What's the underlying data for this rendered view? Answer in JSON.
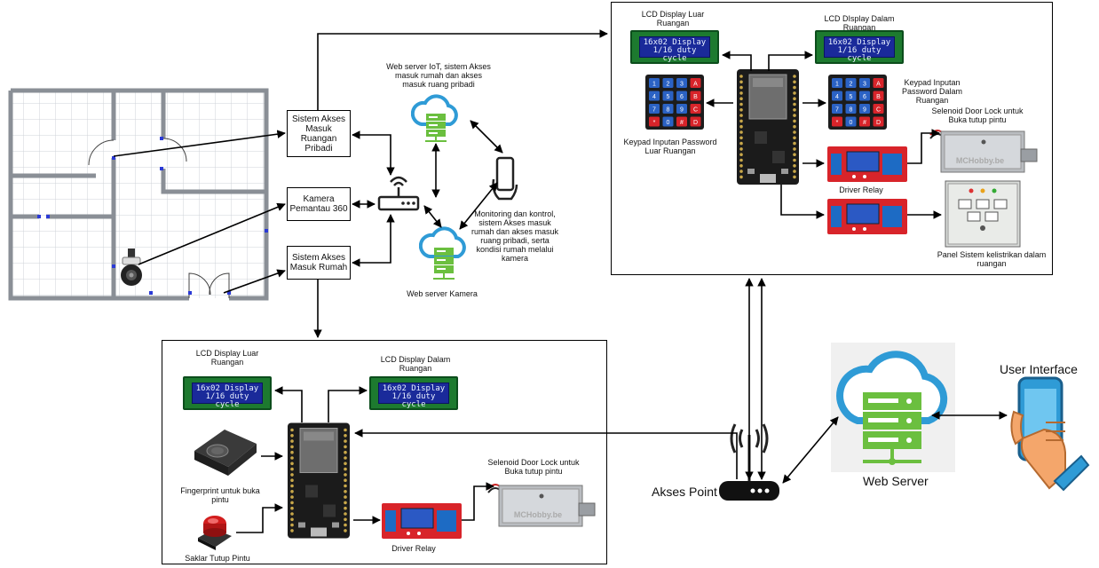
{
  "top_left": {
    "box_private": "Sistem Akses Masuk Ruangan Pribadi",
    "box_camera": "Kamera Pemantau 360",
    "box_house": "Sistem Akses Masuk Rumah",
    "web_iot_label": "Web server IoT, sistem Akses masuk rumah dan akses masuk ruang pribadi",
    "web_camera_label": "Web server Kamera",
    "monitoring_label": "Monitoring dan kontrol, sistem Akses masuk rumah dan akses masuk ruang pribadi, serta kondisi rumah melalui kamera"
  },
  "top_right": {
    "lcd_out_label": "LCD Display Luar Ruangan",
    "lcd_in_label": "LCD DIsplay Dalam Ruangan",
    "lcd_line1": "16x02 Display",
    "lcd_line2": "1/16 duty cycle",
    "keypad_out_label": "Keypad Inputan Password Luar Ruangan",
    "keypad_in_label": "Keypad Inputan Password Dalam Ruangan",
    "solenoid_label": "Selenoid Door Lock untuk Buka tutup pintu",
    "relay_label": "Driver Relay",
    "panel_label": "Panel Sistem kelistrikan dalam ruangan",
    "solenoid_brand": "MCHobby.be"
  },
  "bottom": {
    "lcd_out_label": "LCD Display Luar Ruangan",
    "lcd_in_label": "LCD Display Dalam Ruangan",
    "lcd_line1": "16x02 Display",
    "lcd_line2": "1/16 duty cycle",
    "fingerprint_label": "Fingerprint untuk buka pintu",
    "switch_label": "Saklar Tutup Pintu",
    "solenoid_label": "Selenoid Door Lock untuk Buka tutup pintu",
    "relay_label": "Driver Relay",
    "solenoid_brand": "MCHobby.be"
  },
  "right": {
    "access_point_label": "Akses Point",
    "web_server_label": "Web Server",
    "user_interface_label": "User Interface"
  },
  "keypad_keys": [
    "1",
    "2",
    "3",
    "A",
    "4",
    "5",
    "6",
    "B",
    "7",
    "8",
    "9",
    "C",
    "*",
    "0",
    "#",
    "D"
  ],
  "colors": {
    "server_green": "#6bbf3f",
    "cloud_blue": "#2f9bd6",
    "relay_red": "#d8242a",
    "keypad_blue": "#2b62c4",
    "keypad_red": "#d8242a",
    "floor_wall": "#8a8f96",
    "floor_grid": "#cfd3d8"
  }
}
